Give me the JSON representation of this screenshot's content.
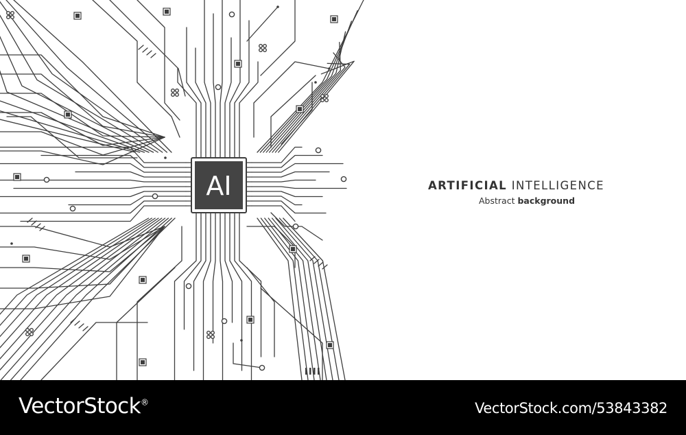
{
  "chip": {
    "label": "AI"
  },
  "headline": {
    "part1": "ARTIFICIAL",
    "part2": "INTELLIGENCE"
  },
  "subline": {
    "part1": "Abstract",
    "part2": "background"
  },
  "watermark": {
    "brand": "VectorStock",
    "reg_mark": "®",
    "url": "VectorStock.com/53843382"
  },
  "colors": {
    "trace": "#3d3d3d",
    "chip": "#444444",
    "background": "#ffffff",
    "footer": "#000000"
  }
}
